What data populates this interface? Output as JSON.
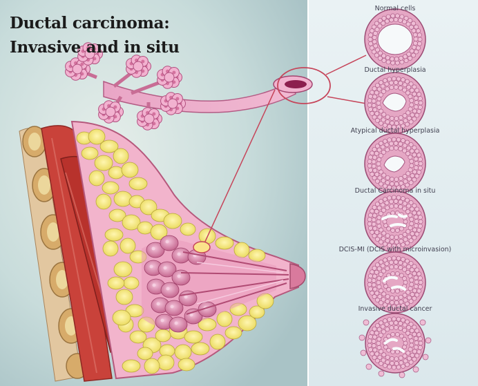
{
  "title": {
    "line1": "Ductal carcinoma:",
    "line2": "Invasive and in situ"
  },
  "stages": [
    {
      "label": "Normal cells",
      "lumen": "normal"
    },
    {
      "label": "Ductal hyperplasia",
      "lumen": "hyperplasia"
    },
    {
      "label": "Atypical ductal hyperplasia",
      "lumen": "atypical"
    },
    {
      "label": "Ductal Carcinoma in situ",
      "lumen": "dcis"
    },
    {
      "label": "DCIS-MI (DCIS with microinvasion)",
      "lumen": "dcis-mi"
    },
    {
      "label": "Invasive ductal cancer",
      "lumen": "invasive"
    }
  ],
  "colors": {
    "background_left": "#c7dcdc",
    "background_right": "#e3eef2",
    "tissue_pink": "#e7a9c4",
    "cell_pink": "#e1a0bf",
    "fat_yellow": "#f2e67a",
    "muscle_red": "#c23b33",
    "rib_tan": "#d9b274",
    "duct_dark": "#8c1f4e",
    "callout_line": "#c6455a"
  }
}
